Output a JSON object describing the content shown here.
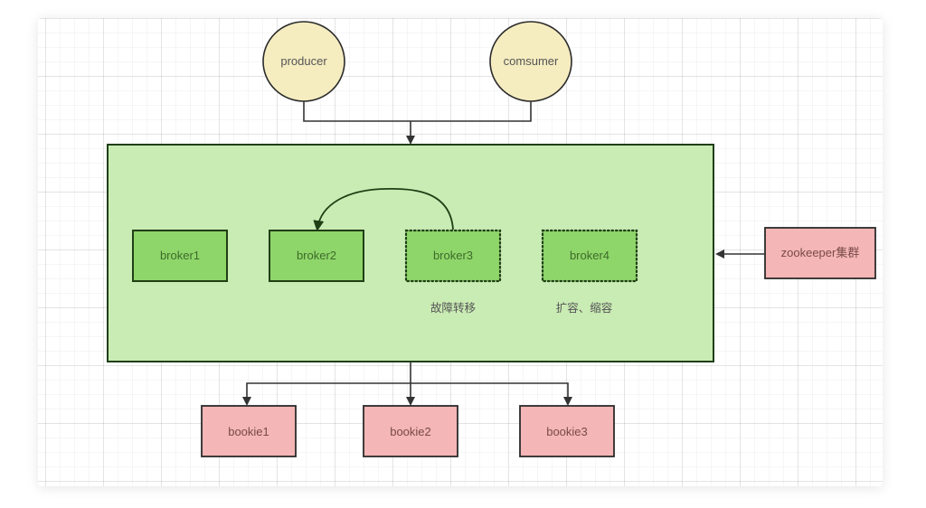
{
  "colors": {
    "client_fill": "#f5ecc0",
    "cluster_fill": "#c9ebb4",
    "broker_fill": "#8fd66a",
    "storage_fill": "#f4b6b6",
    "stroke": "#2b2b2b",
    "broker_stroke": "#1f3f14",
    "arrow": "#333333"
  },
  "clients": [
    {
      "id": "producer",
      "label": "producer"
    },
    {
      "id": "consumer",
      "label": "comsumer"
    }
  ],
  "broker_cluster": {
    "brokers": [
      {
        "id": "broker1",
        "label": "broker1",
        "style": "solid"
      },
      {
        "id": "broker2",
        "label": "broker2",
        "style": "solid"
      },
      {
        "id": "broker3",
        "label": "broker3",
        "style": "dotted"
      },
      {
        "id": "broker4",
        "label": "broker4",
        "style": "dotted"
      }
    ],
    "notes": [
      {
        "id": "failover-note",
        "label": "故障转移",
        "under": "broker3"
      },
      {
        "id": "scaling-note",
        "label": "扩容、缩容",
        "under": "broker4"
      }
    ]
  },
  "coordinator": {
    "id": "zookeeper",
    "label": "zookeeper集群"
  },
  "bookies": [
    {
      "id": "bookie1",
      "label": "bookie1"
    },
    {
      "id": "bookie2",
      "label": "bookie2"
    },
    {
      "id": "bookie3",
      "label": "bookie3"
    }
  ],
  "edges": [
    {
      "from": "producer",
      "to": "broker_cluster"
    },
    {
      "from": "consumer",
      "to": "broker_cluster"
    },
    {
      "from": "broker3",
      "to": "broker2",
      "kind": "curved"
    },
    {
      "from": "zookeeper",
      "to": "broker_cluster"
    },
    {
      "from": "broker_cluster",
      "to": "bookie1"
    },
    {
      "from": "broker_cluster",
      "to": "bookie2"
    },
    {
      "from": "broker_cluster",
      "to": "bookie3"
    }
  ]
}
